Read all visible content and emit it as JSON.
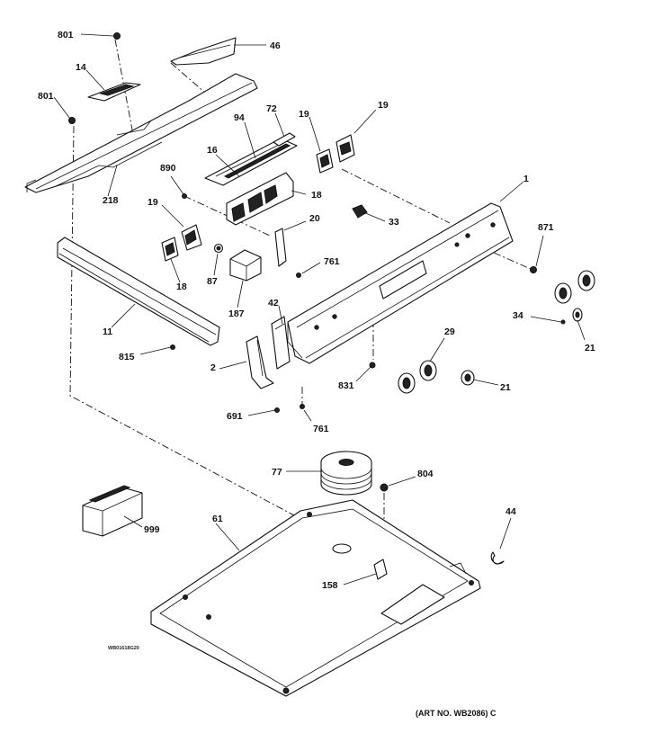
{
  "callouts": {
    "c801a": "801",
    "c46": "46",
    "c14": "14",
    "c801b": "801",
    "c94": "94",
    "c72": "72",
    "c19a": "19",
    "c19b": "19",
    "c16": "16",
    "c890": "890",
    "c18a": "18",
    "c218": "218",
    "c1": "1",
    "c19c": "19",
    "c20": "20",
    "c33": "33",
    "c871": "871",
    "c18b": "18",
    "c87": "87",
    "c187": "187",
    "c761a": "761",
    "c11": "11",
    "c42": "42",
    "c34": "34",
    "c21a": "21",
    "c815": "815",
    "c2": "2",
    "c29": "29",
    "c831": "831",
    "c21b": "21",
    "c691": "691",
    "c761b": "761",
    "c77": "77",
    "c804": "804",
    "c999": "999",
    "c61": "61",
    "c44": "44",
    "c158": "158"
  },
  "drawing_code": "WB01618G20",
  "art_number": "(ART NO. WB2086) C"
}
